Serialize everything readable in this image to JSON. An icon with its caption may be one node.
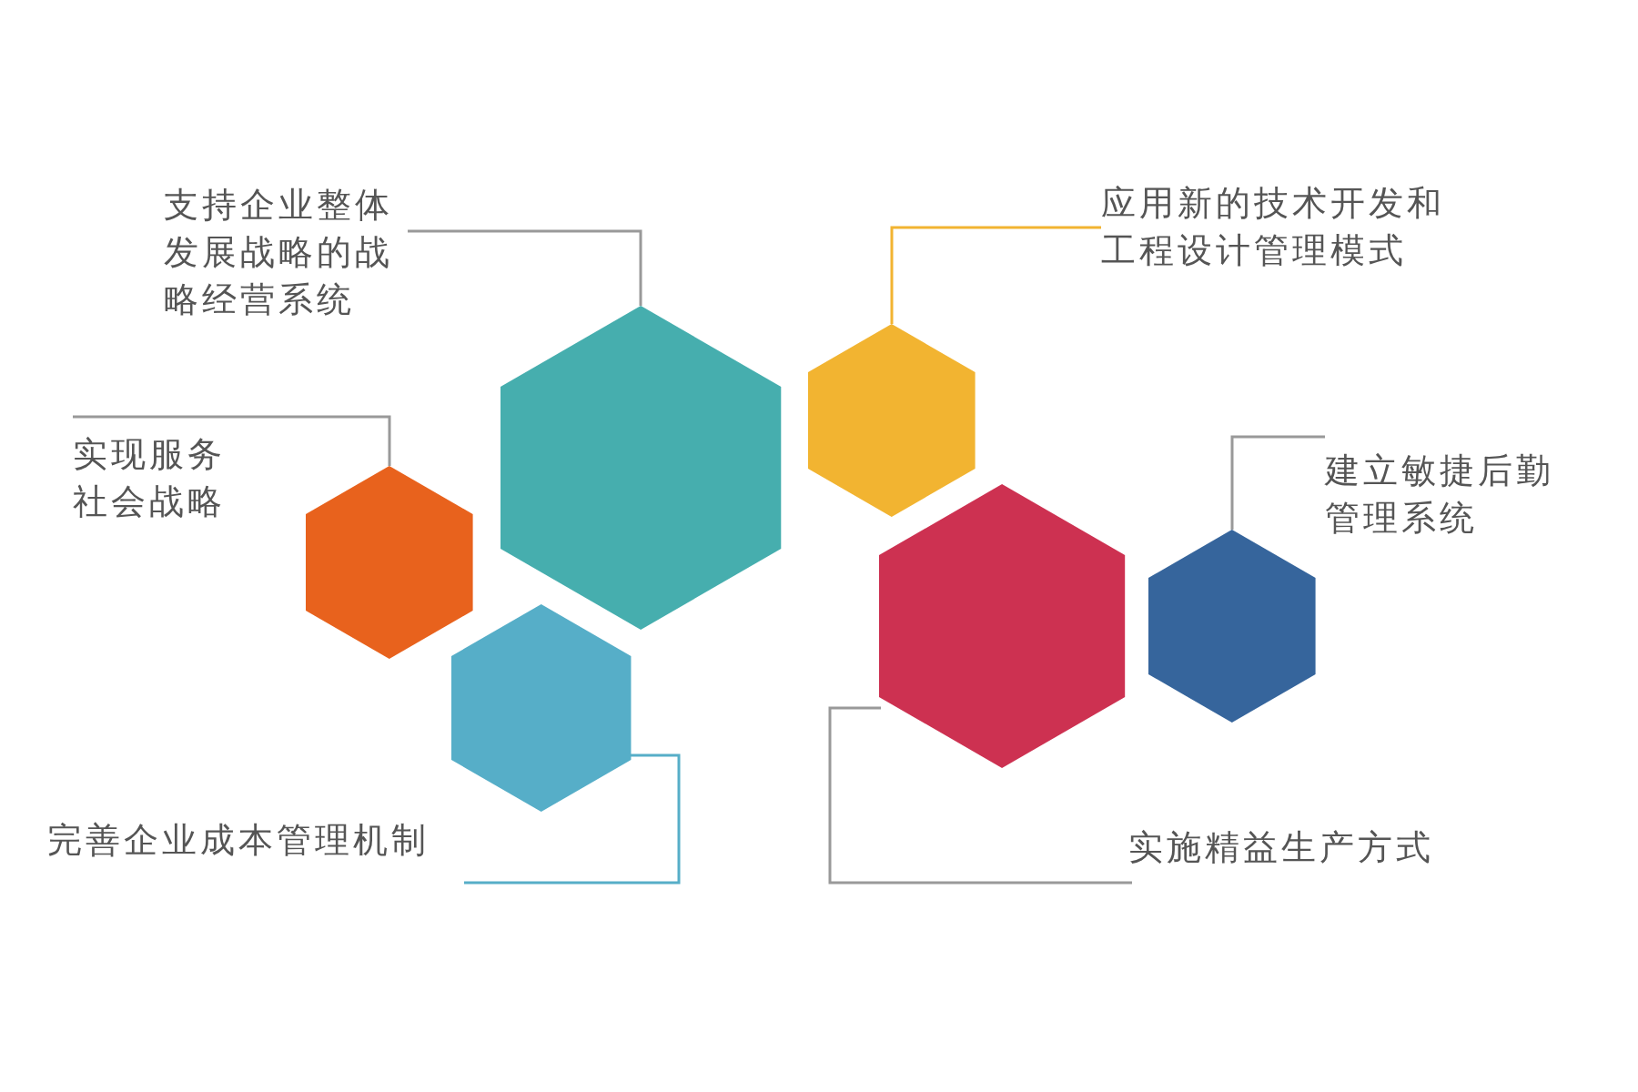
{
  "diagram": {
    "nodes": [
      {
        "text": [
          "支持企业整体发展战略的战略经营系统"
        ]
      },
      {
        "text": [
          "应用新的技术开发和工程设计管理模式"
        ]
      },
      {
        "text": [
          "实现服务社会战略"
        ]
      },
      {
        "text": [
          "建立敏捷后勤管理系统"
        ]
      },
      {
        "text": [
          "完善企业成本管理机制"
        ]
      },
      {
        "text": [
          "实施精益生产方式"
        ]
      },
      {
        "text": [],
        "shape": "hexagon"
      },
      {
        "text": [],
        "shape": "hexagon"
      },
      {
        "text": [],
        "shape": "hexagon"
      },
      {
        "text": [],
        "shape": "hexagon"
      },
      {
        "text": [],
        "shape": "hexagon"
      },
      {
        "text": [],
        "shape": "hexagon"
      }
    ],
    "edges": [
      {
        "from": 0,
        "to": 6,
        "arrow": "none"
      },
      {
        "from": 1,
        "to": 7,
        "arrow": "none",
        "color": "#f2b431"
      },
      {
        "from": 2,
        "to": 8,
        "arrow": "none"
      },
      {
        "from": 3,
        "to": 10,
        "arrow": "none"
      },
      {
        "from": 4,
        "to": 11,
        "arrow": "none",
        "color": "#56aec8"
      },
      {
        "from": 5,
        "to": 9,
        "arrow": "none"
      }
    ]
  }
}
